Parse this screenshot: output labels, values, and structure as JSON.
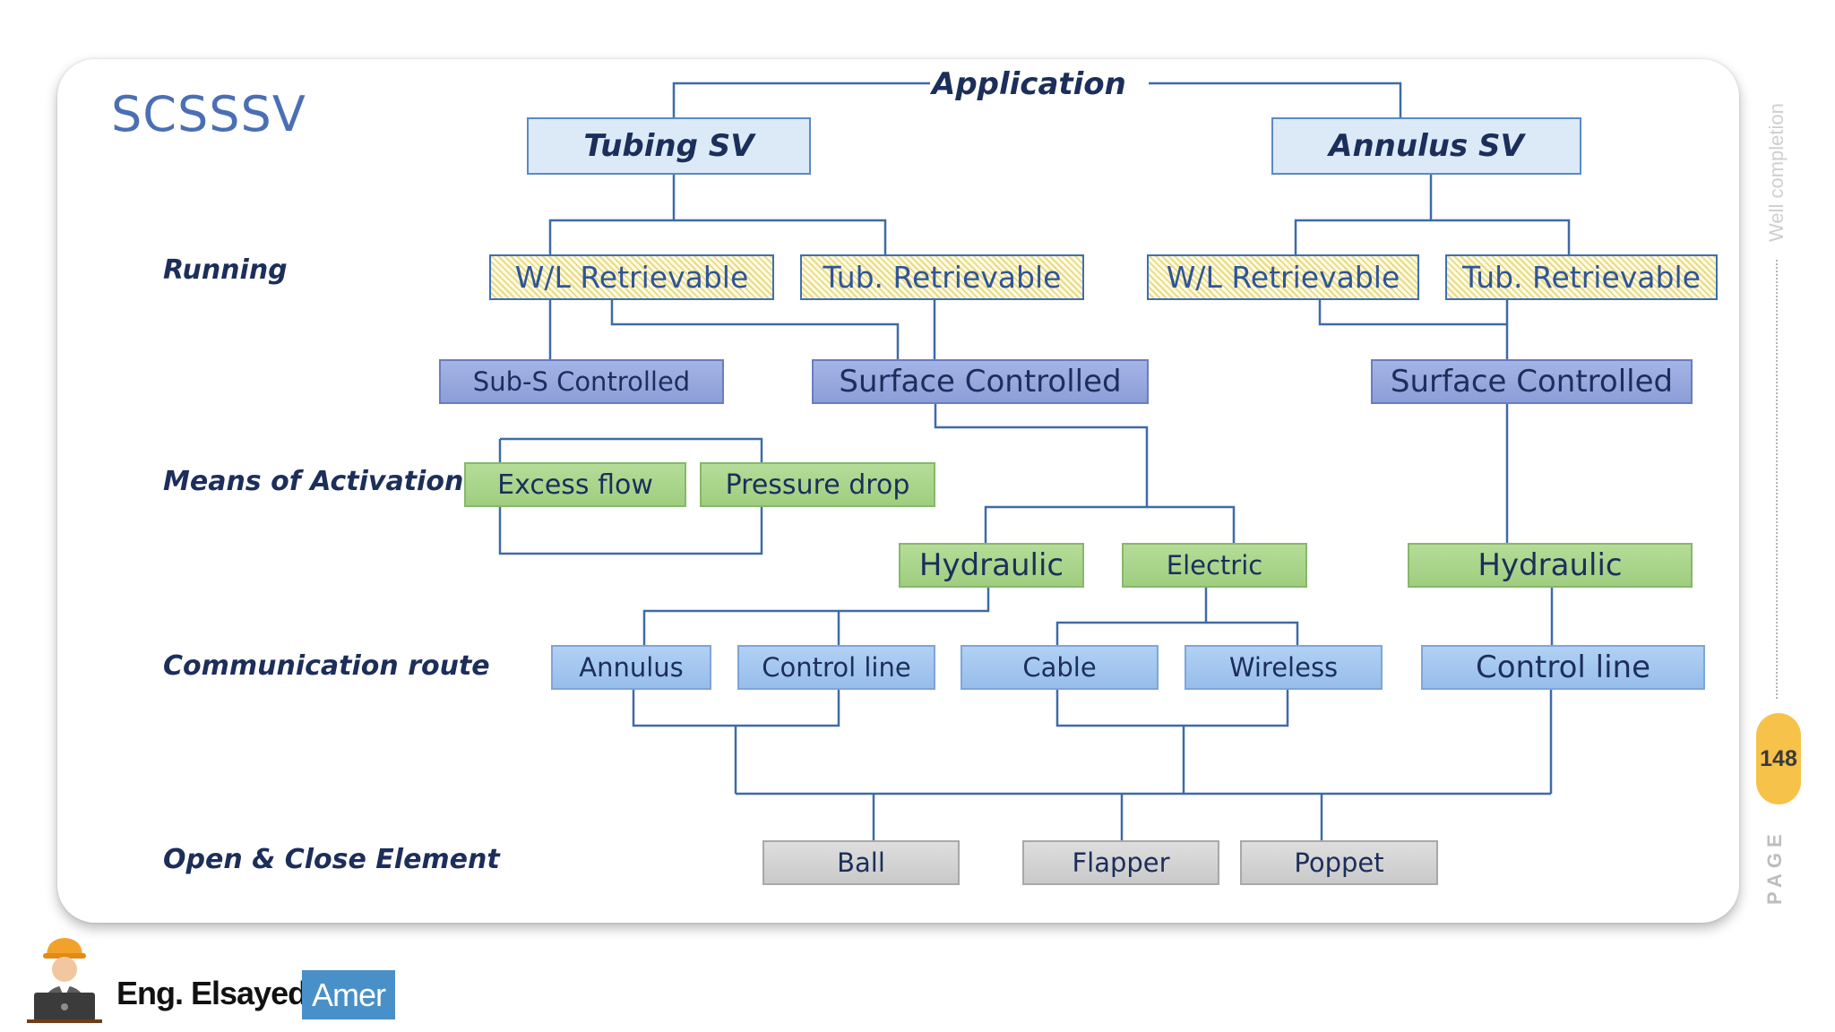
{
  "title": "SCSSSV",
  "application_label": "Application",
  "row_labels": {
    "running": "Running",
    "activation": "Means of Activation",
    "communication": "Communication route",
    "element": "Open & Close Element"
  },
  "nodes": {
    "tubing_sv": "Tubing SV",
    "annulus_sv": "Annulus SV",
    "tubing_wl_retrievable": "W/L Retrievable",
    "tubing_tub_retrievable": "Tub. Retrievable",
    "annulus_wl_retrievable": "W/L Retrievable",
    "annulus_tub_retrievable": "Tub. Retrievable",
    "sub_s_controlled": "Sub-S Controlled",
    "surface_controlled_tubing": "Surface Controlled",
    "surface_controlled_annulus": "Surface Controlled",
    "excess_flow": "Excess flow",
    "pressure_drop": "Pressure drop",
    "hydraulic_tubing": "Hydraulic",
    "electric": "Electric",
    "hydraulic_annulus": "Hydraulic",
    "annulus_route": "Annulus",
    "control_line_tubing": "Control line",
    "cable": "Cable",
    "wireless": "Wireless",
    "control_line_annulus": "Control line",
    "ball": "Ball",
    "flapper": "Flapper",
    "poppet": "Poppet"
  },
  "side": {
    "section": "Well completion",
    "page_number": "148",
    "page_word": "PAGE"
  },
  "author": {
    "name": "Eng. Elsayed",
    "badge": "Amer"
  },
  "colors": {
    "title": "#4a6fb5",
    "connector": "#3f6aa8",
    "page_pill": "#f7c24a",
    "author_badge": "#4a90c8"
  }
}
